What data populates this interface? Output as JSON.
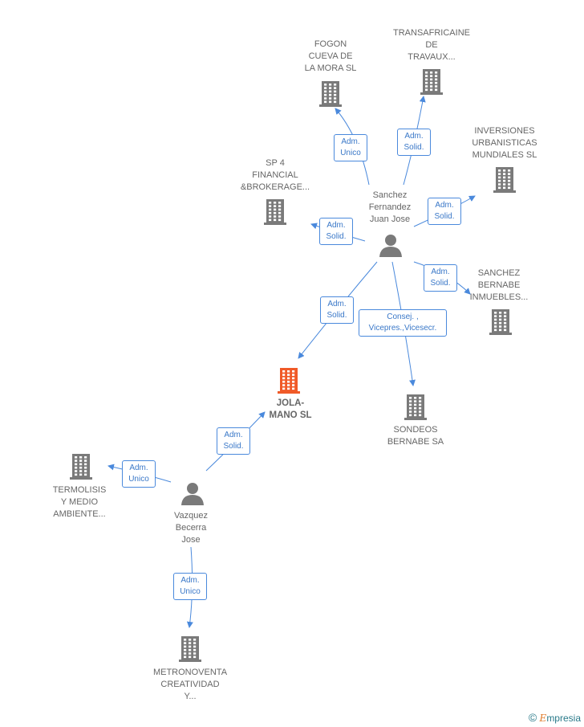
{
  "companies": [
    {
      "id": "fogon",
      "name": "FOGON\nCUEVA DE\nLA MORA  SL",
      "main": false
    },
    {
      "id": "transafricaine",
      "name": "TRANSAFRICAINE\nDE\nTRAVAUX...",
      "main": false
    },
    {
      "id": "inversiones",
      "name": "INVERSIONES\nURBANISTICAS\nMUNDIALES SL",
      "main": false
    },
    {
      "id": "sp4",
      "name": "SP 4\nFINANCIAL\n&BROKERAGE...",
      "main": false
    },
    {
      "id": "sanchez-bernabe",
      "name": "SANCHEZ\nBERNABE\nINMUEBLES...",
      "main": false
    },
    {
      "id": "jola-mano",
      "name": "JOLA-\nMANO  SL",
      "main": true
    },
    {
      "id": "sondeos",
      "name": "SONDEOS\nBERNABE SA",
      "main": false
    },
    {
      "id": "termolisis",
      "name": "TERMOLISIS\nY MEDIO\nAMBIENTE...",
      "main": false
    },
    {
      "id": "metronoventa",
      "name": "METRONOVENTA\nCREATIVIDAD\nY...",
      "main": false
    }
  ],
  "people": [
    {
      "id": "sanchez-fernandez",
      "name": "Sanchez\nFernandez\nJuan Jose"
    },
    {
      "id": "vazquez-becerra",
      "name": "Vazquez\nBecerra\nJose"
    }
  ],
  "relations": [
    {
      "id": "r1",
      "from": "sanchez-fernandez",
      "to": "fogon",
      "role": "Adm.\nUnico"
    },
    {
      "id": "r2",
      "from": "sanchez-fernandez",
      "to": "transafricaine",
      "role": "Adm.\nSolid."
    },
    {
      "id": "r3",
      "from": "sanchez-fernandez",
      "to": "inversiones",
      "role": "Adm.\nSolid."
    },
    {
      "id": "r4",
      "from": "sanchez-fernandez",
      "to": "sp4",
      "role": "Adm.\nSolid."
    },
    {
      "id": "r5",
      "from": "sanchez-fernandez",
      "to": "sanchez-bernabe",
      "role": "Adm.\nSolid."
    },
    {
      "id": "r6",
      "from": "sanchez-fernandez",
      "to": "jola-mano",
      "role": "Adm.\nSolid."
    },
    {
      "id": "r7",
      "from": "sanchez-fernandez",
      "to": "sondeos",
      "role": "Consej. ,\nVicepres.,Vicesecr."
    },
    {
      "id": "r8",
      "from": "vazquez-becerra",
      "to": "jola-mano",
      "role": "Adm.\nSolid."
    },
    {
      "id": "r9",
      "from": "vazquez-becerra",
      "to": "termolisis",
      "role": "Adm.\nUnico"
    },
    {
      "id": "r10",
      "from": "vazquez-becerra",
      "to": "metronoventa",
      "role": "Adm.\nUnico"
    }
  ],
  "colors": {
    "edge": "#4a89dc",
    "building": "#7a7a7a",
    "main_building": "#f05a28",
    "person": "#7a7a7a"
  },
  "footer": {
    "copyright": "©",
    "brand_initial": "E",
    "brand_rest": "mpresia"
  }
}
